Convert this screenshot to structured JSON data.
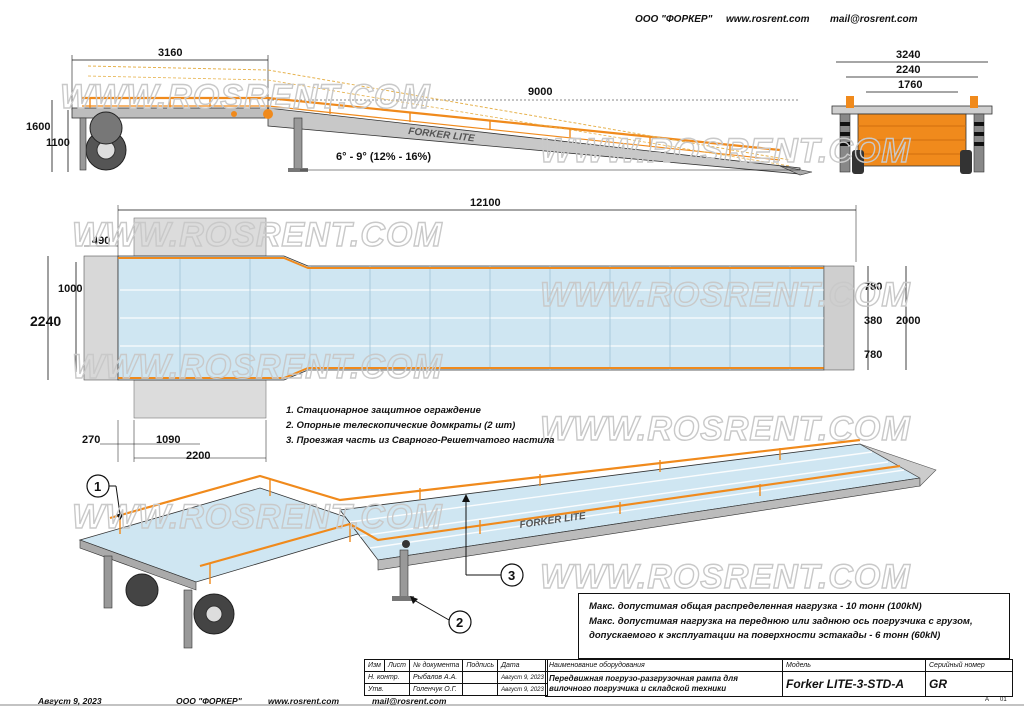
{
  "header": {
    "company": "ООО \"ФОРКЕР\"",
    "website": "www.rosrent.com",
    "email": "mail@rosrent.com"
  },
  "watermark": "WWW.ROSRENT.COM",
  "brand_on_ramp": "FORKER LITE",
  "side_view": {
    "dims": {
      "platform_length": "3160",
      "ramp_length": "9000",
      "height_max": "1600",
      "height_min": "1100",
      "slope": "6° - 9° (12% - 16%)"
    }
  },
  "front_view": {
    "dims": {
      "overall": "3240",
      "mid": "2240",
      "inner": "1760"
    }
  },
  "top_view": {
    "dims": {
      "total_length": "12100",
      "offset": "490",
      "platform_width": "2240",
      "platform_inner": "1000",
      "ramp_side_a": "780",
      "ramp_center": "380",
      "ramp_side_b": "780",
      "ramp_width": "2000",
      "lead_in": "270",
      "section": "1090",
      "platform_len": "2200"
    }
  },
  "legend": [
    "1.  Стационарное защитное ограждение",
    "2. Опорные телескопические домкраты (2 шт)",
    "3. Проезжая часть из Сварного-Решетчатого настила"
  ],
  "callouts": [
    "1",
    "2",
    "3"
  ],
  "specs": [
    "Макс.  допустимая общая распределенная нагрузка - 10 тонн (100kN)",
    "Макс.  допустимая  нагрузка на переднюю или заднюю ось погрузчика с грузом,",
    "допускаемого к эксплуатации на поверхности эстакады - 6 тонн (60kN)"
  ],
  "title_block": {
    "col_izm": "Изм",
    "col_list": "Лист",
    "col_doc": "№ документа",
    "col_sign": "Подпись",
    "col_date": "Дата",
    "row_check_label": "Н. контр.",
    "row_check_name": "Рыбалов А.А.",
    "row_check_date": "Август 9, 2023",
    "row_appr_label": "Утв.",
    "row_appr_name": "Голенчук О.Г.",
    "row_appr_date": "Август 9, 2023",
    "equipment_label": "Наименование оборудования",
    "equipment_value": "Передвижная погрузо-разгрузочная рампа для вилочного погрузчика и складской техники",
    "model_label": "Модель",
    "model_value": "Forker LITE-3-STD-A",
    "serial_label": "Серийный номер",
    "serial_value": "GR",
    "sheet_a": "A",
    "sheet_no": "01"
  },
  "footer": {
    "date": "Август 9, 2023",
    "company": "ООО \"ФОРКЕР\"",
    "website": "www.rosrent.com",
    "email": "mail@rosrent.com"
  },
  "colors": {
    "orange": "#f08a1c",
    "deck_blue": "#cfe6f2",
    "steel_gray": "#9a9a9a",
    "line": "#111111"
  }
}
